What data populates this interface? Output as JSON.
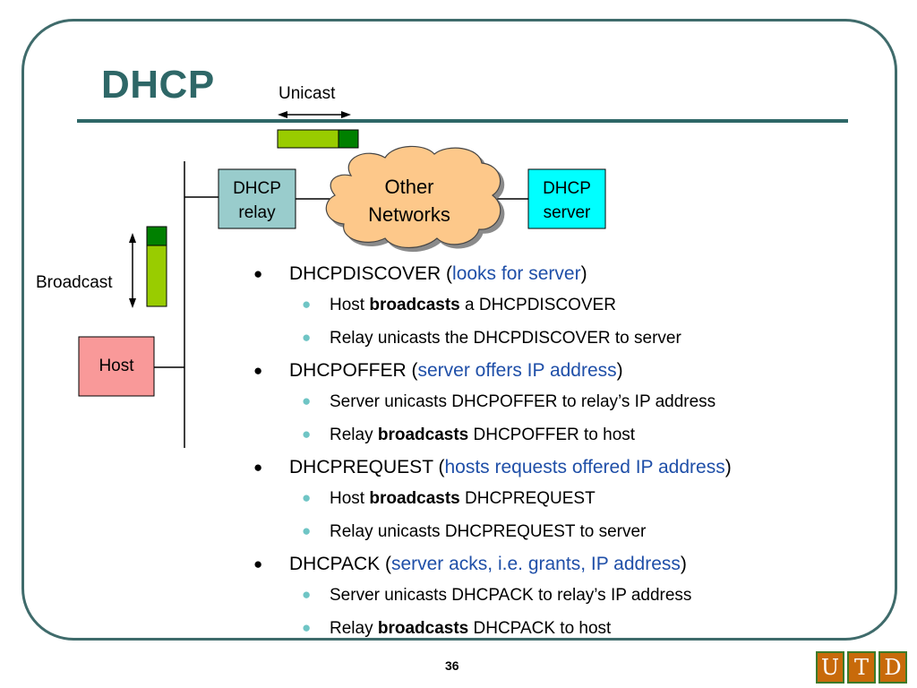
{
  "slide": {
    "title": "DHCP",
    "page_number": "36"
  },
  "diagram": {
    "unicast_label": "Unicast",
    "broadcast_label": "Broadcast",
    "host_label": "Host",
    "relay_line1": "DHCP",
    "relay_line2": "relay",
    "cloud_line1": "Other",
    "cloud_line2": "Networks",
    "server_line1": "DHCP",
    "server_line2": "server",
    "colors": {
      "host_fill": "#f99999",
      "relay_fill": "#99cccc",
      "server_fill": "#00ffff",
      "cloud_fill": "#fdc88a",
      "packet_light": "#99cc00",
      "packet_dark": "#008000"
    }
  },
  "bullets": [
    {
      "prefix": "DHCPDISCOVER (",
      "highlight": "looks for server",
      "suffix": ")",
      "sub": [
        {
          "pre": "Host ",
          "bold": "broadcasts",
          "post": " a DHCPDISCOVER"
        },
        {
          "pre": "Relay unicasts the DHCPDISCOVER to server",
          "bold": "",
          "post": ""
        }
      ]
    },
    {
      "prefix": "DHCPOFFER (",
      "highlight": "server offers IP address",
      "suffix": ")",
      "sub": [
        {
          "pre": "Server unicasts DHCPOFFER to relay’s IP address",
          "bold": "",
          "post": ""
        },
        {
          "pre": "Relay ",
          "bold": "broadcasts",
          "post": " DHCPOFFER to host"
        }
      ]
    },
    {
      "prefix": "DHCPREQUEST (",
      "highlight": "hosts requests offered IP address",
      "suffix": ")",
      "sub": [
        {
          "pre": "Host ",
          "bold": "broadcasts",
          "post": " DHCPREQUEST"
        },
        {
          "pre": "Relay unicasts DHCPREQUEST to server",
          "bold": "",
          "post": ""
        }
      ]
    },
    {
      "prefix": "DHCPACK (",
      "highlight": "server acks, i.e. grants, IP address",
      "suffix": ")",
      "sub": [
        {
          "pre": "Server unicasts DHCPACK to relay’s IP address",
          "bold": "",
          "post": ""
        },
        {
          "pre": "Relay ",
          "bold": "broadcasts",
          "post": " DHCPACK to host"
        }
      ]
    }
  ],
  "logo": {
    "letters": [
      "U",
      "T",
      "D"
    ]
  }
}
